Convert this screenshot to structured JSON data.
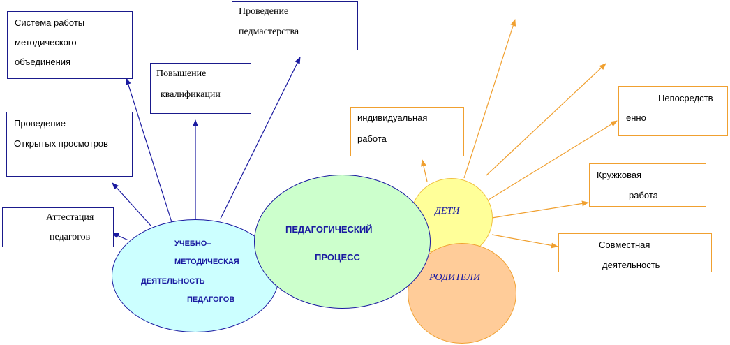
{
  "boxes": {
    "system": [
      "Система работы",
      "методического",
      "объединения"
    ],
    "mentor": [
      "Проведение",
      "педмастерства"
    ],
    "qualification": [
      "Повышение",
      "квалификации"
    ],
    "open_views": [
      "Проведение",
      "Открытых просмотров"
    ],
    "attestation": [
      "Аттестация",
      "педагогов"
    ],
    "individual": [
      "индивидуальная",
      "работа"
    ],
    "direct": [
      "Непосредств",
      "енно"
    ],
    "club": [
      "Кружковая",
      "работа"
    ],
    "joint": [
      "Совместная",
      "деятельность"
    ]
  },
  "ellipses": {
    "methodical": [
      "УЧЕБНО–",
      "МЕТОДИЧЕСКАЯ",
      "ДЕЯТЕЛЬНОСТЬ",
      "ПЕДАГОГОВ"
    ],
    "process": [
      "ПЕДАГОГИЧЕСКИЙ",
      "ПРОЦЕСС"
    ],
    "children": "ДЕТИ",
    "parents": "РОДИТЕЛИ"
  },
  "colors": {
    "blue_arrow": "#1a1aa0",
    "orange_arrow": "#f0a030",
    "methodical_fill": "#ccffff",
    "process_fill": "#ccffcc",
    "children_fill": "#ffff99",
    "parents_fill": "#ffcc99"
  }
}
